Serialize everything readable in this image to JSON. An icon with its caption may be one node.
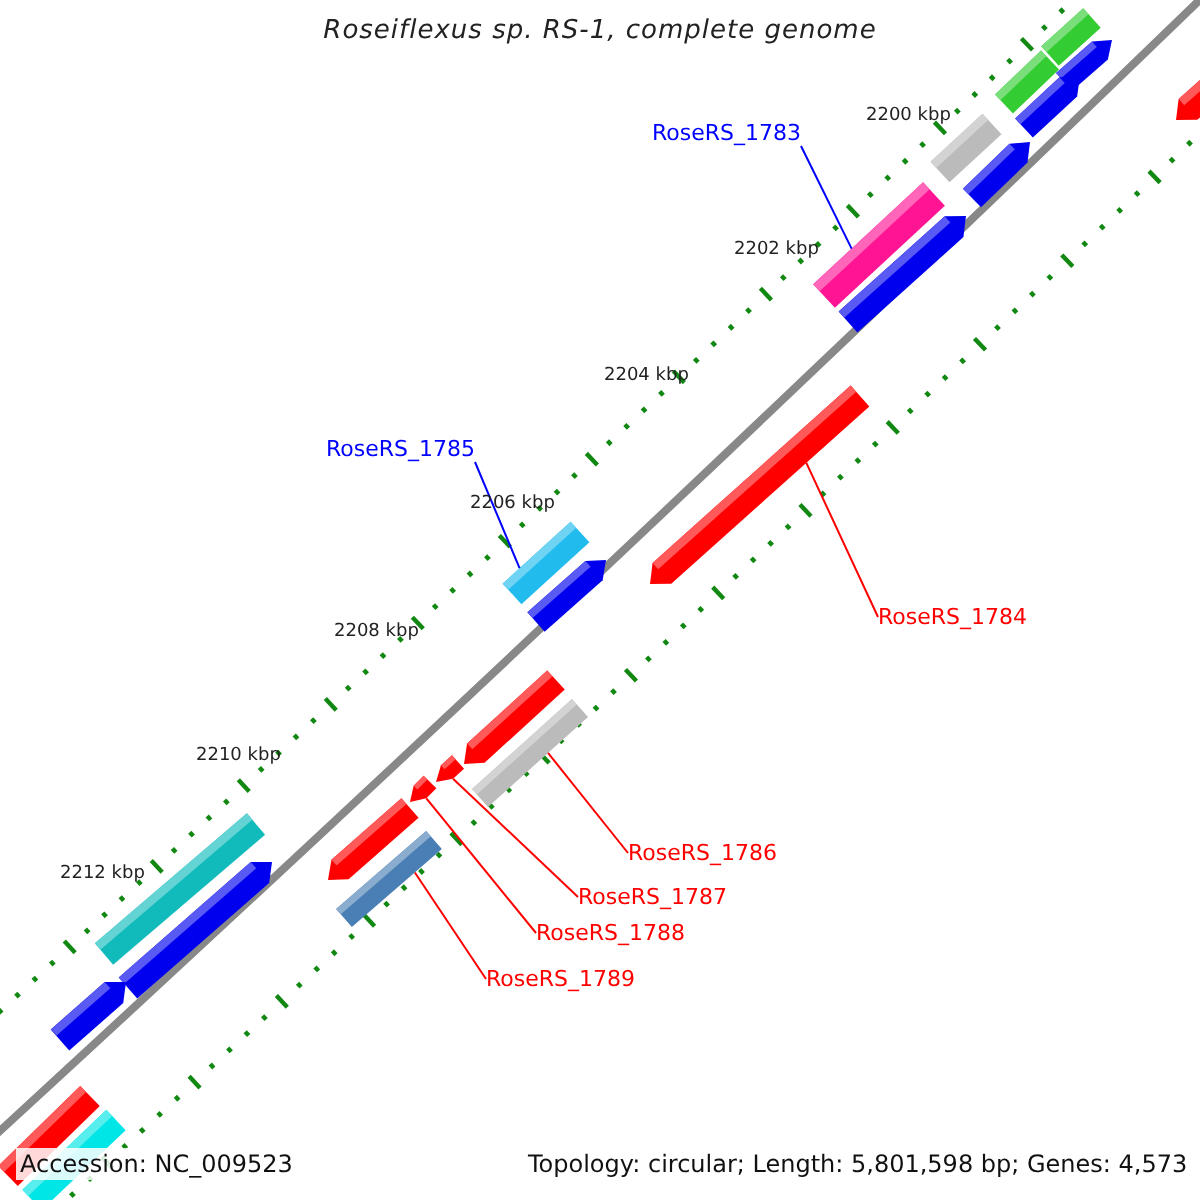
{
  "diagram": {
    "title": "Roseiflexus sp. RS-1, complete genome",
    "nodes": [
      {
        "text": [
          "RoseRS_1783"
        ]
      },
      {
        "text": [],
        "shape": "bar"
      },
      {
        "text": [
          "RoseRS_1785"
        ]
      },
      {
        "text": [],
        "shape": "bar"
      },
      {
        "text": [
          "RoseRS_1784"
        ]
      },
      {
        "text": [],
        "shape": "bar"
      },
      {
        "text": [
          "RoseRS_1786"
        ]
      },
      {
        "text": [],
        "shape": "bar"
      },
      {
        "text": [
          "RoseRS_1787"
        ]
      },
      {
        "text": [],
        "shape": "bar"
      },
      {
        "text": [
          "RoseRS_1788"
        ]
      },
      {
        "text": [],
        "shape": "bar"
      },
      {
        "text": [
          "RoseRS_1789"
        ]
      },
      {
        "text": [],
        "shape": "bar"
      }
    ],
    "edges": [
      {
        "from": 0,
        "to": 1,
        "arrow": "none",
        "color": "#0000ff"
      },
      {
        "from": 2,
        "to": 3,
        "arrow": "none",
        "color": "#0000ff"
      },
      {
        "from": 4,
        "to": 5,
        "arrow": "none"
      },
      {
        "from": 6,
        "to": 7,
        "arrow": "none"
      },
      {
        "from": 8,
        "to": 9,
        "arrow": "none"
      },
      {
        "from": 10,
        "to": 11,
        "arrow": "none"
      },
      {
        "from": 12,
        "to": 13,
        "arrow": "none"
      }
    ],
    "labels": [
      "2200 kbp",
      "2202 kbp",
      "2204 kbp",
      "2206 kbp",
      "2208 kbp",
      "2210 kbp",
      "2212 kbp",
      "Accession: NC_009523",
      "Topology: circular; Length: 5,801,598 bp; Genes: 4,573"
    ]
  }
}
